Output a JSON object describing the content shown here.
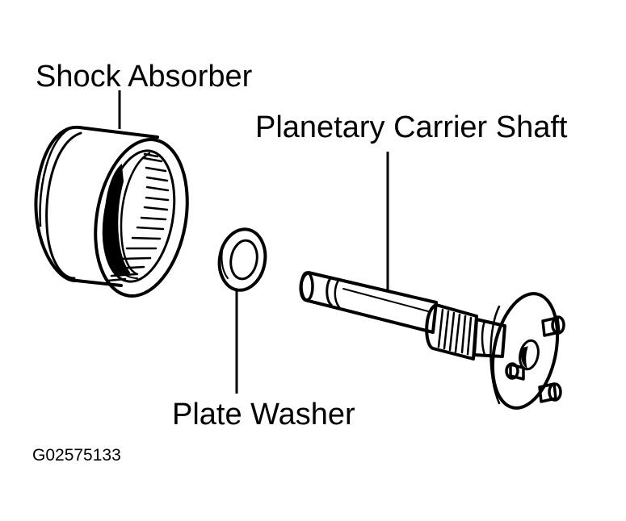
{
  "labels": {
    "shock_absorber": "Shock Absorber",
    "planetary_carrier_shaft": "Planetary Carrier Shaft",
    "plate_washer": "Plate Washer"
  },
  "figure_code": "G02575133"
}
